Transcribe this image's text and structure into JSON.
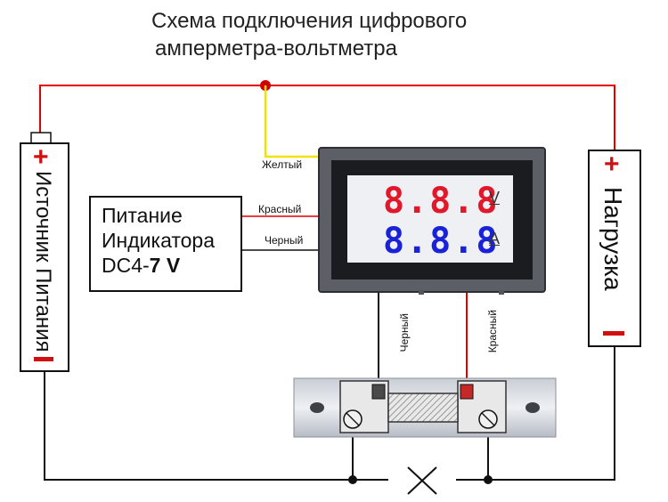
{
  "title_line1": "Схема подключения цифрового",
  "title_line2": "амперметра-вольтметра",
  "source": {
    "label": "Источник Питания",
    "plus": "+",
    "minus": "—"
  },
  "load": {
    "label": "Нагрузка",
    "plus": "+",
    "minus": "—"
  },
  "power": {
    "line1": "Питание",
    "line2": "Индикатора",
    "line3_prefix": "DC4-",
    "line3_bold": "7 V"
  },
  "wires": {
    "yellow": "Желтый",
    "red": "Красный",
    "black": "Черный",
    "shunt_black": "Черный",
    "shunt_red": "Красный"
  },
  "display": {
    "volt_digits": "8.8.8",
    "amp_digits": "8.8.8",
    "volt_unit": "V",
    "amp_unit": "A"
  },
  "colors": {
    "red_wire": "#e00000",
    "yellow_wire": "#f2e200",
    "black_wire": "#111111",
    "volt_digits": "#e0182a",
    "amp_digits": "#1a22d8"
  }
}
